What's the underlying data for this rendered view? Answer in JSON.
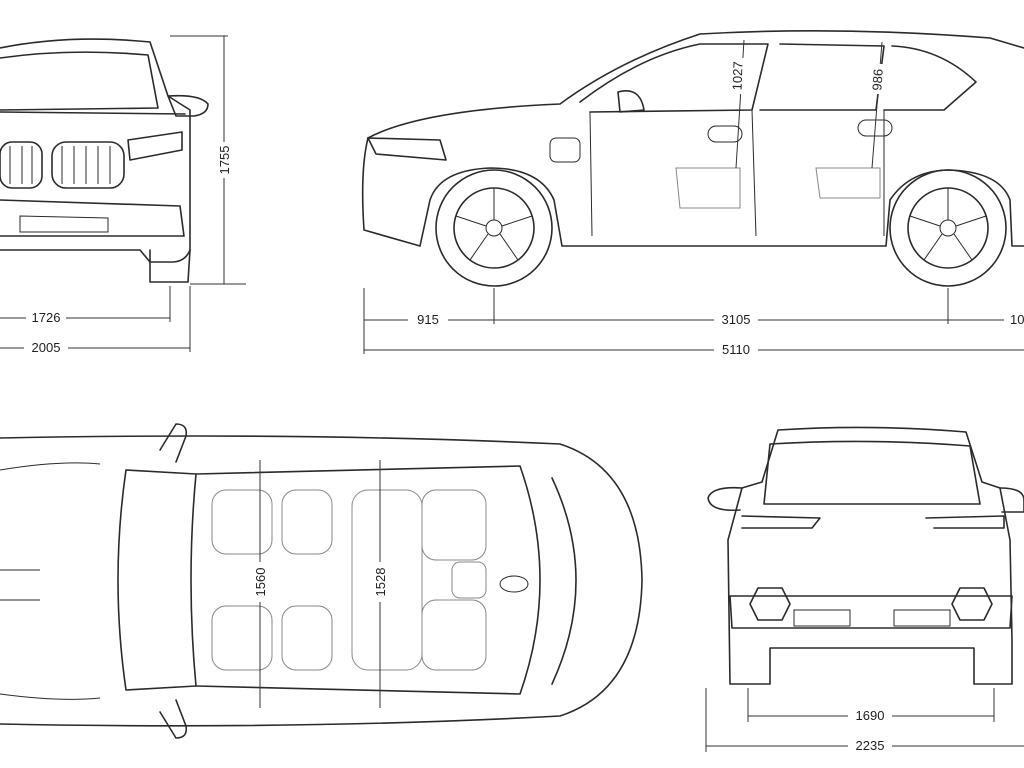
{
  "front_view": {
    "height": "1755",
    "track": "1726",
    "width_mirrors": "2005"
  },
  "side_view": {
    "front_overhang": "915",
    "wheelbase": "3105",
    "rear_overhang": "10",
    "length": "5110",
    "front_headroom": "1027",
    "rear_headroom": "986"
  },
  "top_view": {
    "front_shoulder": "1560",
    "rear_shoulder": "1528"
  },
  "rear_view": {
    "rear_track": "1690",
    "width_with_mirrors": "2235"
  }
}
